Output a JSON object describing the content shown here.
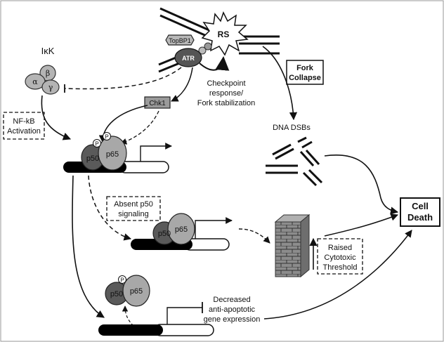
{
  "labels": {
    "ikk": "IκK",
    "alpha": "α",
    "beta": "β",
    "gamma": "γ",
    "topbp1": "TopBP1",
    "atr": "ATR",
    "rs": "RS",
    "chk1": "Chk1",
    "p50": "p50",
    "p65": "p65",
    "p": "P",
    "checkpoint_line1": "Checkpoint",
    "checkpoint_line2": "response/",
    "checkpoint_line3": "Fork stabilization",
    "fork_collapse_line1": "Fork",
    "fork_collapse_line2": "Collapse",
    "dna_dsbs": "DNA DSBs",
    "nfkb_line1": "NF-kB",
    "nfkb_line2": "Activation",
    "absent_line1": "Absent p50",
    "absent_line2": "signaling",
    "raised_line1": "Raised",
    "raised_line2": "Cytotoxic",
    "raised_line3": "Threshold",
    "cell_death_line1": "Cell",
    "cell_death_line2": "Death",
    "decreased_line1": "Decreased",
    "decreased_line2": "anti-apoptotic",
    "decreased_line3": "gene expression"
  },
  "colors": {
    "p50": "#5a5a5a",
    "p65": "#a8a8a8",
    "ikk_subunits": "#b4b4b4",
    "atr": "#555555",
    "chk1": "#9a9a9a",
    "topbp1": "#b8b8b8",
    "wall": "#8a8a8a",
    "dna_black": "#000000"
  }
}
